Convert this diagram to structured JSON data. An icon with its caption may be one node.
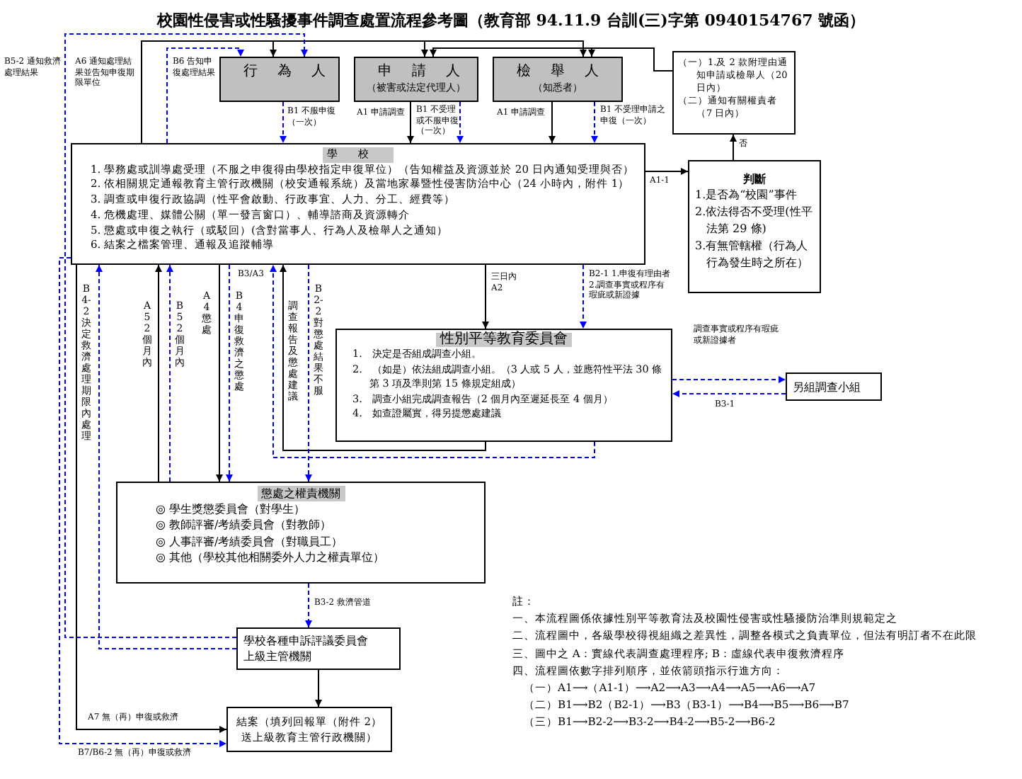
{
  "diagram": {
    "title": "校園性侵害或性騷擾事件調查處置流程參考圖（教育部 94.11.9 台訓(三)字第 0940154767 號函）",
    "nodes": [
      {
        "text": [
          "行為人"
        ]
      },
      {
        "text": [
          "申請人",
          "（被害或法定代理人）"
        ]
      },
      {
        "text": [
          "檢舉人",
          "（知悉者）"
        ]
      },
      {
        "text": [
          "（一）1.及 2 款附理由通知申請或檢舉人（20 日內）",
          "（二）通知有關權責者（7 日內）"
        ]
      },
      {
        "text": [
          "學校",
          "1. 學務處或訓導處受理（不服之申復得由學校指定申復單位）（告知權益及資源並於 20 日內通知受理與否）",
          "2. 依相關規定通報教育主管行政機關（校安通報系統）及當地家暴暨性侵害防治中心（24 小時內，附件 1）",
          "3. 調查或申復行政協調（性平會啟動、行政事宜、人力、分工、經費等）",
          "4. 危機處理、媒體公關（單一發言窗口）、輔導諮商及資源轉介",
          "5. 懲處或申復之執行（或駁回）(含對當事人、行為人及檢舉人之通知）",
          "6. 結案之檔案管理、通報及追蹤輔導"
        ]
      },
      {
        "text": [
          "判斷",
          "1.是否為“校園”事件",
          "2.依法得否不受理(性平法第 29 條)",
          "3.有無管轄權（行為人行為發生時之所在）"
        ]
      },
      {
        "text": [
          "性別平等教育委員會",
          "1.　決定是否組成調查小組。",
          "2.　（如是）依法組成調查小組。（3 人或 5 人，並應符性平法 30 條第 3 項及準則第 15 條規定組成）",
          "3.　調查小組完成調查報告（2 個月內至遲延長至 4 個月）",
          "4.　如查證屬實，得另提懲處建議"
        ]
      },
      {
        "text": [
          "另組調查小組"
        ]
      },
      {
        "text": [
          "懲處之權責機關",
          "◎ 學生獎懲委員會（對學生）",
          "◎ 教師評審/考績委員會（對教師）",
          "◎ 人事評審/考績委員會（對職員工）",
          "◎ 其他（學校其他相關委外人力之權責單位）"
        ]
      },
      {
        "text": [
          "學校各種申訴評議委員會",
          "上級主管機關"
        ]
      },
      {
        "text": [
          "結案（填列回報單（附件 2）送上級教育主管行政機關）"
        ]
      }
    ],
    "edges": [
      {
        "from": 1,
        "to": 4,
        "arrow": "to",
        "label": "A1 申請調查"
      },
      {
        "from": 2,
        "to": 4,
        "arrow": "to",
        "label": "A1 申請調查"
      },
      {
        "from": 0,
        "to": 4,
        "arrow": "to",
        "label": "B1 不服申復（一次）",
        "style": "dashed",
        "color": "#0000ff"
      },
      {
        "from": 1,
        "to": 4,
        "arrow": "to",
        "label": "B1 不受理或不服申復（一次）",
        "style": "dashed",
        "color": "#0000ff"
      },
      {
        "from": 2,
        "to": 4,
        "arrow": "to",
        "label": "B1 不受理申請之申復（一次）",
        "style": "dashed",
        "color": "#0000ff"
      },
      {
        "from": 4,
        "to": 5,
        "arrow": "to",
        "label": "A1-1"
      },
      {
        "from": 5,
        "to": 3,
        "arrow": "to",
        "label": "否"
      },
      {
        "from": 4,
        "to": 0,
        "arrow": "to",
        "label": "A6 通知處理結果並告知申復期限單位"
      },
      {
        "from": 4,
        "to": 1,
        "arrow": "to"
      },
      {
        "from": 4,
        "to": 2,
        "arrow": "to"
      },
      {
        "from": 3,
        "to": 1,
        "arrow": "to"
      },
      {
        "from": 3,
        "to": 2,
        "arrow": "to"
      },
      {
        "from": 4,
        "to": 6,
        "arrow": "to",
        "label": "三日內 A2"
      },
      {
        "from": 4,
        "to": 6,
        "arrow": "to",
        "label": "B2-1 1.申復有理由者 2.調查事實或程序有瑕疵或新證據",
        "style": "dashed",
        "color": "#0000ff"
      },
      {
        "from": 6,
        "to": 7,
        "arrow": "to",
        "label": "調查事實或程序有瑕疵或新證據者",
        "style": "dashed",
        "color": "#0000ff"
      },
      {
        "from": 7,
        "to": 6,
        "arrow": "to",
        "label": "B3-1",
        "style": "dashed",
        "color": "#0000ff"
      },
      {
        "from": 6,
        "to": 4,
        "arrow": "to"
      },
      {
        "from": 6,
        "to": 4,
        "arrow": "to",
        "label": "B3/A3",
        "style": "dashed",
        "color": "#0000ff"
      },
      {
        "from": 4,
        "to": 8,
        "arrow": "to",
        "label": "A4 懲處"
      },
      {
        "from": 4,
        "to": 8,
        "arrow": "to",
        "label": "B4 申復救濟之懲處",
        "style": "dashed",
        "color": "#0000ff"
      },
      {
        "from": 4,
        "to": 8,
        "arrow": "to",
        "label": "B2-2 對懲處結果不服",
        "style": "dashed",
        "color": "#0000ff"
      },
      {
        "from": 8,
        "to": 4,
        "arrow": "to",
        "label": "A5 2個月內"
      },
      {
        "from": 8,
        "to": 4,
        "arrow": "to",
        "label": "B5 2個月內",
        "style": "dashed",
        "color": "#0000ff"
      },
      {
        "from": 8,
        "to": 9,
        "arrow": "to",
        "label": "B3-2 救濟管道",
        "style": "dashed",
        "color": "#0000ff"
      },
      {
        "from": 9,
        "to": 10,
        "arrow": "to"
      },
      {
        "from": 4,
        "to": 10,
        "arrow": "to",
        "label": "A7 無（再）申復或救濟"
      },
      {
        "from": 4,
        "to": 10,
        "arrow": "to",
        "label": "B7/B6-2 無（再）申復或救濟",
        "style": "dashed",
        "color": "#0000ff"
      },
      {
        "from": 9,
        "to": 4,
        "arrow": "to",
        "label": "B4-2 決定救濟處理期限內處理",
        "style": "dashed",
        "color": "#0000ff"
      },
      {
        "from": 9,
        "to": 0,
        "arrow": "to",
        "label": "B5-2 通知救濟處理結果",
        "style": "dashed",
        "color": "#0000ff"
      },
      {
        "from": 4,
        "to": 0,
        "arrow": "to",
        "label": "B6 告知申復處理結果",
        "style": "dashed",
        "color": "#0000ff"
      }
    ],
    "labels": [
      "調查報告及懲處建議",
      "註：",
      "一、本流程圖係依據性別平等教育法及校園性侵害或性騷擾防治準則規範定之",
      "二、流程圖中，各級學校得視組織之差異性，調整各模式之負責單位，但法有明訂者不在此限",
      "三、圖中之 A：實線代表調查處理程序; B：虛線代表申復救濟程序",
      "四、流程圖依數字排列順序，並依箭頭指示行進方向：",
      "（一）A1⟶（A1-1）⟶A2⟶A3⟶A4⟶A5⟶A6⟶A7",
      "（二）B1⟶B2（B2-1）⟶B3（B3-1）⟶B4⟶B5⟶B6⟶B7",
      "（三）B1⟶B2-2⟶B3-2⟶B4-2⟶B5-2⟶B6-2"
    ]
  }
}
